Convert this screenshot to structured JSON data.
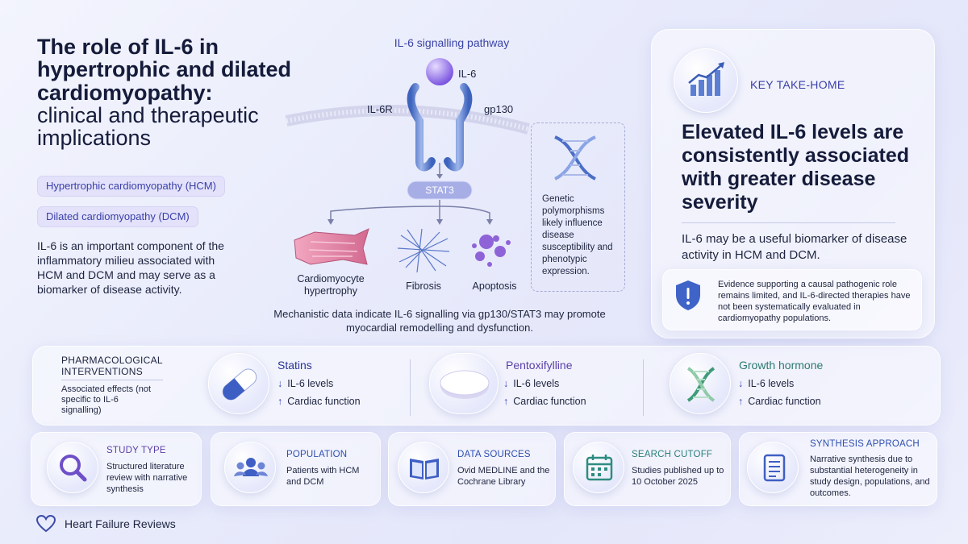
{
  "title": {
    "bold": "The role of IL-6 in hypertrophic and dilated cardiomyopathy:",
    "regular": "clinical and therapeutic implications"
  },
  "pills": [
    "Hypertrophic cardiomyopathy (HCM)",
    "Dilated cardiomyopathy (DCM)"
  ],
  "left_text": "IL-6 is an important component of the inflammatory milieu associated with HCM and DCM and may serve as a biomarker of disease activity.",
  "pathway": {
    "title": "IL-6 signalling pathway",
    "ligand": "IL-6",
    "receptor_left": "IL-6R",
    "receptor_right": "gp130",
    "stat": "STAT3",
    "outcomes": [
      "Cardiomyocyte hypertrophy",
      "Fibrosis",
      "Apoptosis"
    ],
    "genetic": "Genetic polymorphisms likely influence disease susceptibility and phenotypic expression.",
    "mechanistic": "Mechanistic data indicate IL-6 signalling via gp130/STAT3 may promote myocardial remodelling and dysfunction."
  },
  "key": {
    "label": "KEY TAKE-HOME",
    "headline": "Elevated IL-6 levels are consistently associated with greater disease severity",
    "sub": "IL-6 may be a useful biomarker of disease activity in HCM and DCM.",
    "evidence": "Evidence supporting a causal pathogenic role remains limited, and IL-6-directed therapies have not been systematically evaluated in cardiomyopathy populations."
  },
  "pharm": {
    "title": "PHARMACOLOGICAL INTERVENTIONS",
    "sub": "Associated effects (not specific to IL-6 signalling)",
    "drugs": [
      {
        "name": "Statins",
        "eff1": "IL-6 levels",
        "eff2": "Cardiac function"
      },
      {
        "name": "Pentoxifylline",
        "eff1": "IL-6 levels",
        "eff2": "Cardiac function"
      },
      {
        "name": "Growth hormone",
        "eff1": "IL-6 levels",
        "eff2": "Cardiac function"
      }
    ]
  },
  "bottom": [
    {
      "label": "STUDY TYPE",
      "text": "Structured literature review with narrative synthesis",
      "color": "#5b3fa8"
    },
    {
      "label": "POPULATION",
      "text": "Patients with HCM and DCM",
      "color": "#2f4fb0"
    },
    {
      "label": "DATA SOURCES",
      "text": "Ovid MEDLINE and the Cochrane Library",
      "color": "#2f4fb0"
    },
    {
      "label": "SEARCH CUTOFF",
      "text": "Studies published up to 10 October 2025",
      "color": "#2a7f7a"
    },
    {
      "label": "SYNTHESIS APPROACH",
      "text": "Narrative synthesis due to substantial heterogeneity in study design, populations, and outcomes.",
      "color": "#2f4fb0"
    }
  ],
  "footer": "Heart Failure Reviews",
  "colors": {
    "accent": "#3a44a6",
    "receptor": "#4a6fc4",
    "ligand": "#8a63e6",
    "hypertrophy": "#d9708f"
  }
}
